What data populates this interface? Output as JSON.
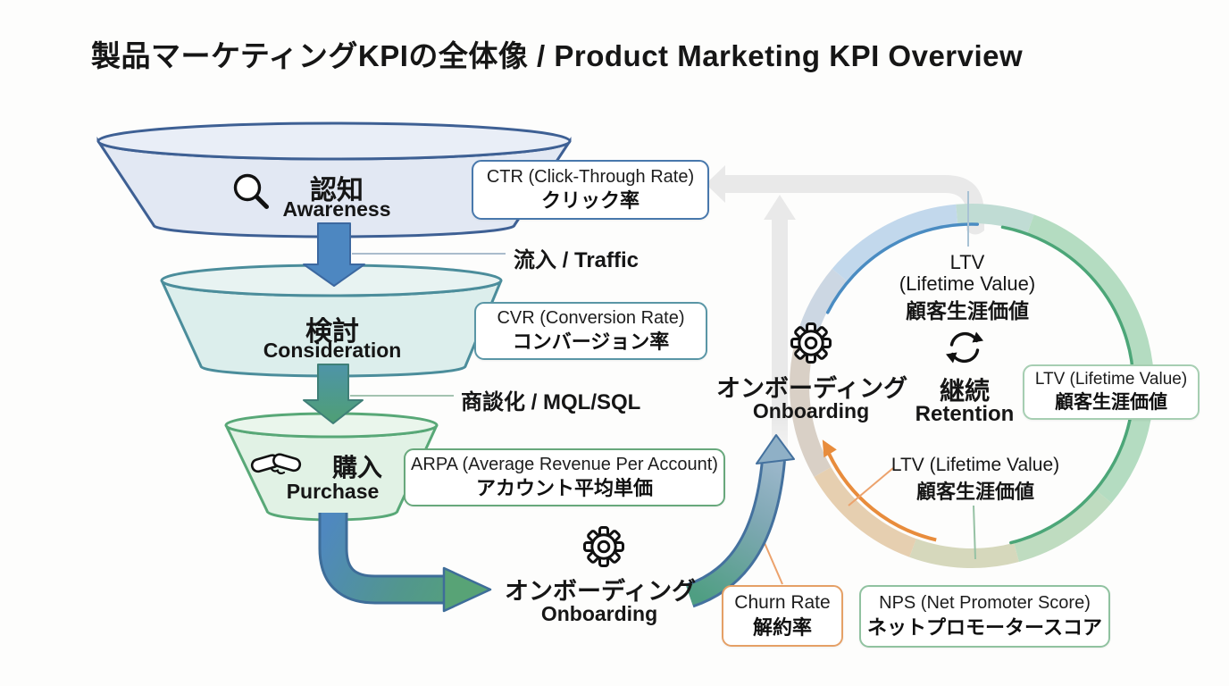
{
  "title": "製品マーケティングKPIの全体像 / Product Marketing KPI Overview",
  "funnel": {
    "stage1": {
      "jp": "認知",
      "en": "Awareness",
      "icon": "magnifier-icon"
    },
    "stage2": {
      "jp": "検討",
      "en": "Consideration"
    },
    "stage3": {
      "jp": "購入",
      "en": "Purchase",
      "icon": "handshake-icon"
    },
    "transition1": "流入 / Traffic",
    "transition2": "商談化 / MQL/SQL",
    "kpi_ctr": {
      "en": "CTR (Click-Through Rate)",
      "jp": "クリック率"
    },
    "kpi_cvr": {
      "en": "CVR (Conversion Rate)",
      "jp": "コンバージョン率"
    },
    "kpi_arpa": {
      "en": "ARPA (Average Revenue Per Account)",
      "jp": "アカウント平均単価"
    }
  },
  "handoff": {
    "jp": "オンボーディング",
    "en": "Onboarding",
    "icon": "gear-icon"
  },
  "cycle": {
    "onboarding": {
      "jp": "オンボーディング",
      "en": "Onboarding",
      "icon": "gear-icon"
    },
    "retention": {
      "jp": "継続",
      "en": "Retention",
      "icon": "cycle-arrows-icon"
    },
    "ltv_top": {
      "l1": "LTV",
      "l2": "(Lifetime Value)",
      "l3": "顧客生涯価値"
    },
    "ltv_mid": {
      "en": "LTV (Lifetime Value)",
      "jp": "顧客生涯価値"
    },
    "kpi_ltv": {
      "en": "LTV (Lifetime Value)",
      "jp": "顧客生涯価値"
    },
    "kpi_churn": {
      "en": "Churn Rate",
      "jp": "解約率"
    },
    "kpi_nps": {
      "en": "NPS (Net Promoter Score)",
      "jp": "ネットプロモータースコア"
    }
  },
  "colors": {
    "funnel_awareness_stroke": "#3e6094",
    "funnel_awareness_fill": "#e2e8f3",
    "funnel_consideration_stroke": "#4b8d9b",
    "funnel_consideration_fill": "#dceeec",
    "funnel_purchase_stroke": "#58a877",
    "funnel_purchase_fill": "#e1f2e5",
    "kpi_ctr_border": "#4878ac",
    "kpi_cvr_border": "#5a96a6",
    "kpi_arpa_border": "#68a87c",
    "kpi_churn_border": "#e5a066",
    "kpi_nps_border": "#90c2a0",
    "kpi_ltv_border": "#a6ceb2",
    "cycle_arc_blue": "#4a8cc2",
    "cycle_arc_green": "#4ca678",
    "cycle_arc_orange": "#e88c3c",
    "feedback_arrow_gray": "#e9e9e9",
    "arrow_blue": "#4d87c1",
    "arrow_green": "#55a377"
  }
}
